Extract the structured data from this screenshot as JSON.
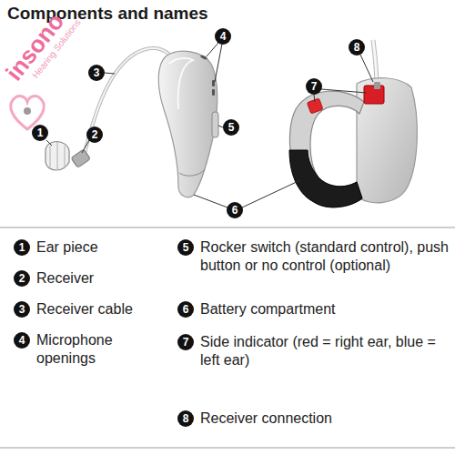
{
  "diagram": {
    "title": "Components and names",
    "nodes": [
      {
        "text": [
          "1"
        ]
      },
      {
        "text": [
          "2"
        ]
      },
      {
        "text": [
          "3"
        ]
      },
      {
        "text": [
          "4"
        ]
      },
      {
        "text": [
          "5"
        ]
      },
      {
        "text": [
          "6"
        ]
      },
      {
        "text": [
          "7"
        ]
      },
      {
        "text": [
          "8"
        ]
      },
      {
        "text": [
          "1"
        ]
      },
      {
        "text": [
          "2"
        ]
      },
      {
        "text": [
          "3"
        ]
      },
      {
        "text": [
          "4"
        ]
      },
      {
        "text": [
          "5"
        ]
      },
      {
        "text": [
          "6"
        ]
      },
      {
        "text": [
          "7"
        ]
      },
      {
        "text": [
          "8"
        ]
      }
    ],
    "labels": [
      "insono",
      "Hearing Solutions",
      "Ear piece",
      "Receiver",
      "Receiver cable",
      "Microphone openings",
      "Rocker switch (standard control), push button or no control (optional)",
      "Battery compartment",
      "Side indicator (red = right ear, blue = left ear)",
      "Receiver connection"
    ]
  }
}
